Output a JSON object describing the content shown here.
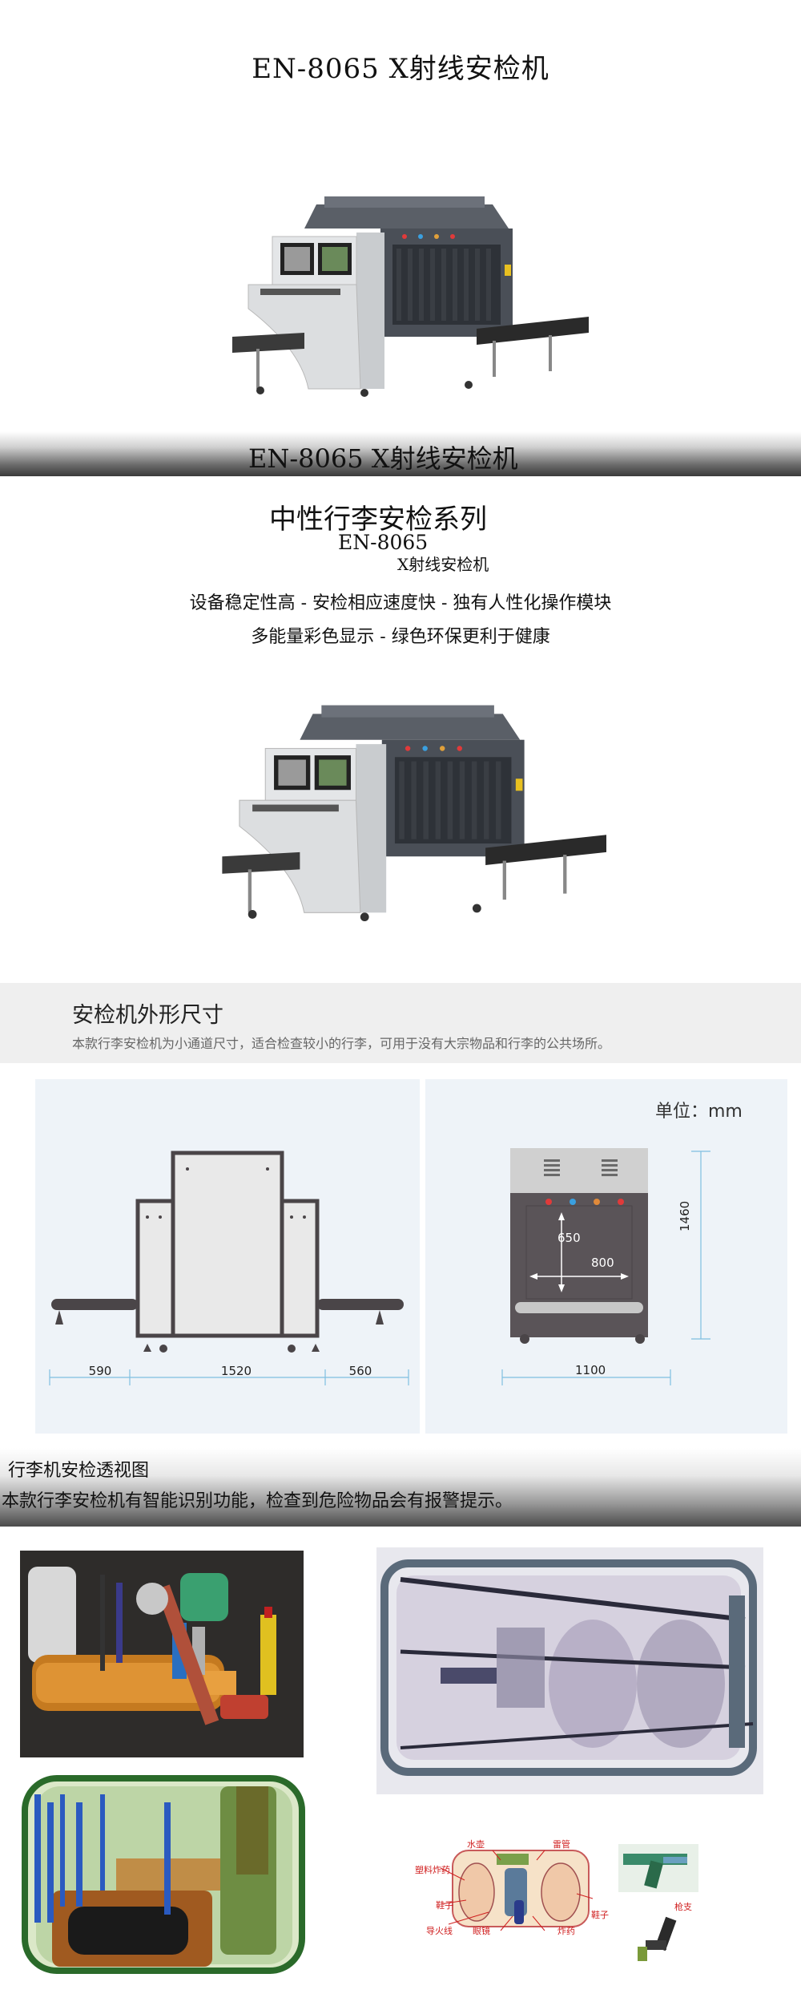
{
  "header": {
    "title": "EN-8065   X射线安检机"
  },
  "banner": {
    "title": "EN-8065   X射线安检机"
  },
  "series": {
    "title": "中性行李安检系列",
    "model": "EN-8065",
    "type": "X射线安检机",
    "feature_line1": "设备稳定性高 - 安检相应速度快 - 独有人性化操作模块",
    "feature_line2": "多能量彩色显示 - 绿色环保更利于健康"
  },
  "dimensions": {
    "title": "安检机外形尺寸",
    "description": "本款行李安检机为小通道尺寸，适合检查较小的行李，可用于没有大宗物品和行李的公共场所。",
    "unit_label": "单位：mm",
    "side_view": {
      "left_conveyor": "590",
      "body": "1520",
      "right_conveyor": "560"
    },
    "front_view": {
      "tunnel_height": "650",
      "tunnel_width": "800",
      "total_height": "1460",
      "total_width": "1100"
    }
  },
  "xray": {
    "title": "行李机安检透视图",
    "description": "本款行李安检机有智能识别功能，检查到危险物品会有报警提示。",
    "labels": {
      "water_bottle": "水壶",
      "detonator": "雷管",
      "plastic_explosive": "塑料炸药",
      "shoes_left": "鞋子",
      "shoes_right": "鞋子",
      "fuse": "导火线",
      "glasses": "眼镜",
      "explosive": "炸药",
      "gun": "枪支"
    }
  },
  "colors": {
    "machine_gray": "#d4d6d8",
    "machine_dark": "#4a4f57",
    "panel_bg": "#eef3f8",
    "dimension_line": "#7fbfe0"
  }
}
